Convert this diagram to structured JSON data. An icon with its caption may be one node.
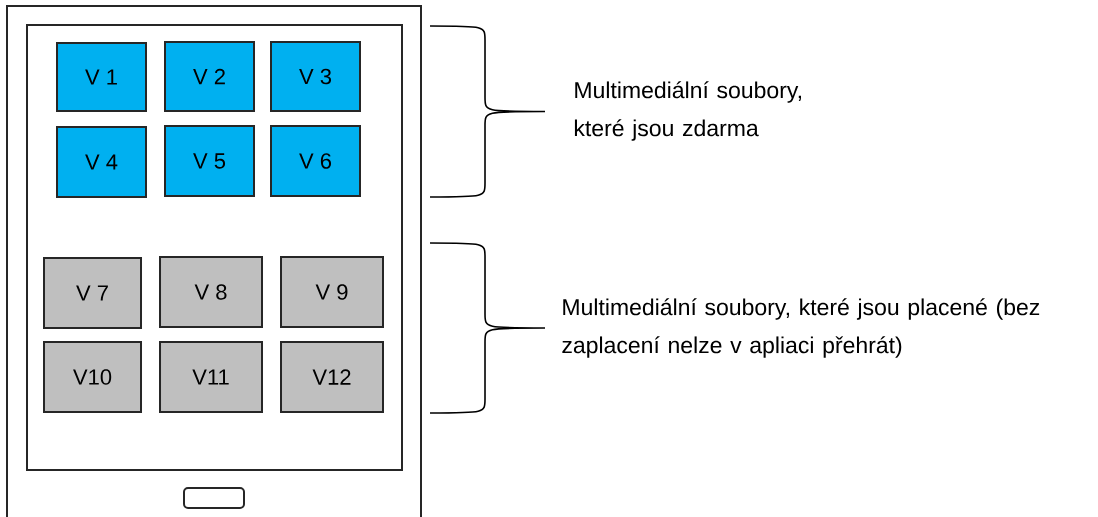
{
  "diagram": {
    "nodes": [
      {
        "text": [],
        "shape": "box"
      },
      {
        "text": [],
        "shape": "box",
        "in": 0
      },
      {
        "text": [
          "V 1"
        ],
        "in": 1
      },
      {
        "text": [
          "V 2"
        ],
        "in": 1
      },
      {
        "text": [
          "V 3"
        ],
        "in": 1
      },
      {
        "text": [
          "V 4"
        ],
        "in": 1
      },
      {
        "text": [
          "V 5"
        ],
        "in": 1
      },
      {
        "text": [
          "V 6"
        ],
        "in": 1
      },
      {
        "text": [
          "V 7"
        ],
        "in": 1
      },
      {
        "text": [
          "V 8"
        ],
        "in": 1
      },
      {
        "text": [
          "V 9"
        ],
        "in": 1
      },
      {
        "text": [
          "V10"
        ],
        "in": 1
      },
      {
        "text": [
          "V11"
        ],
        "in": 1
      },
      {
        "text": [
          "V12"
        ],
        "in": 1
      },
      {
        "text": [],
        "shape": "box",
        "in": 0
      }
    ],
    "labels": [
      "Multimediální soubory, které jsou zdarma",
      "Multimediální soubory, které jsou placené (bez zaplacení nelze v apliaci přehrát)"
    ]
  }
}
